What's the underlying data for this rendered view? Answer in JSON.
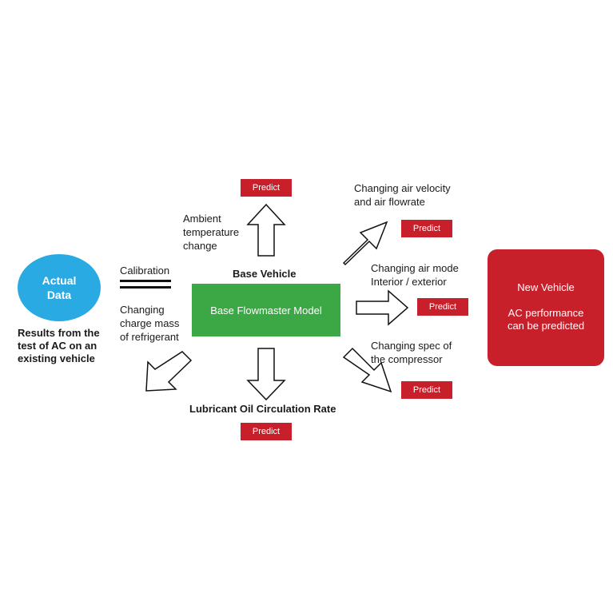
{
  "source": {
    "line1": "Actual",
    "line2": "Data",
    "caption": [
      "Results from the",
      "test of AC on an",
      "existing vehicle"
    ]
  },
  "calibration": "Calibration",
  "base_vehicle": "Base Vehicle",
  "base_model": "Base Flowmaster Model",
  "new_vehicle": {
    "title": "New Vehicle",
    "line1": "AC performance",
    "line2": "can be predicted"
  },
  "predict_label": "Predict",
  "branches": {
    "ambient": [
      "Ambient",
      "temperature",
      "change"
    ],
    "charge": [
      "Changing",
      "charge mass",
      "of refrigerant"
    ],
    "air_velocity": [
      "Changing air velocity",
      "and air flowrate"
    ],
    "air_mode": [
      "Changing air mode",
      "Interior / exterior"
    ],
    "compressor": [
      "Changing spec of",
      "the compressor"
    ],
    "lubricant": "Lubricant Oil Circulation Rate"
  },
  "colors": {
    "source": "#2aaae2",
    "model": "#3ba845",
    "predict": "#c8202a",
    "target": "#c8202a"
  }
}
